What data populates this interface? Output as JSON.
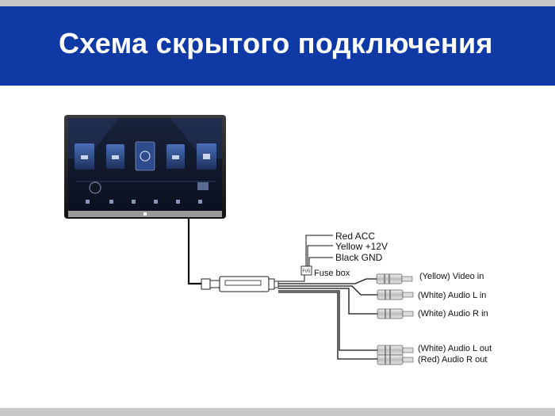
{
  "header": {
    "title": "Схема скрытого подключения"
  },
  "power_wires": [
    {
      "label": "Red ACC"
    },
    {
      "label": "Yellow +12V"
    },
    {
      "label": "Black GND"
    }
  ],
  "fuse": {
    "badge": "FUS",
    "label": "Fuse box"
  },
  "inputs": [
    {
      "label": "(Yellow) Video in"
    },
    {
      "label": "(White) Audio L in"
    },
    {
      "label": "(White) Audio R in"
    }
  ],
  "outputs": [
    {
      "label": "(White) Audio L out"
    },
    {
      "label": "(Red) Audio R out"
    }
  ],
  "colors": {
    "banner": "#0f3aa6",
    "strip": "#c8c8c8",
    "wire": "#111111"
  }
}
